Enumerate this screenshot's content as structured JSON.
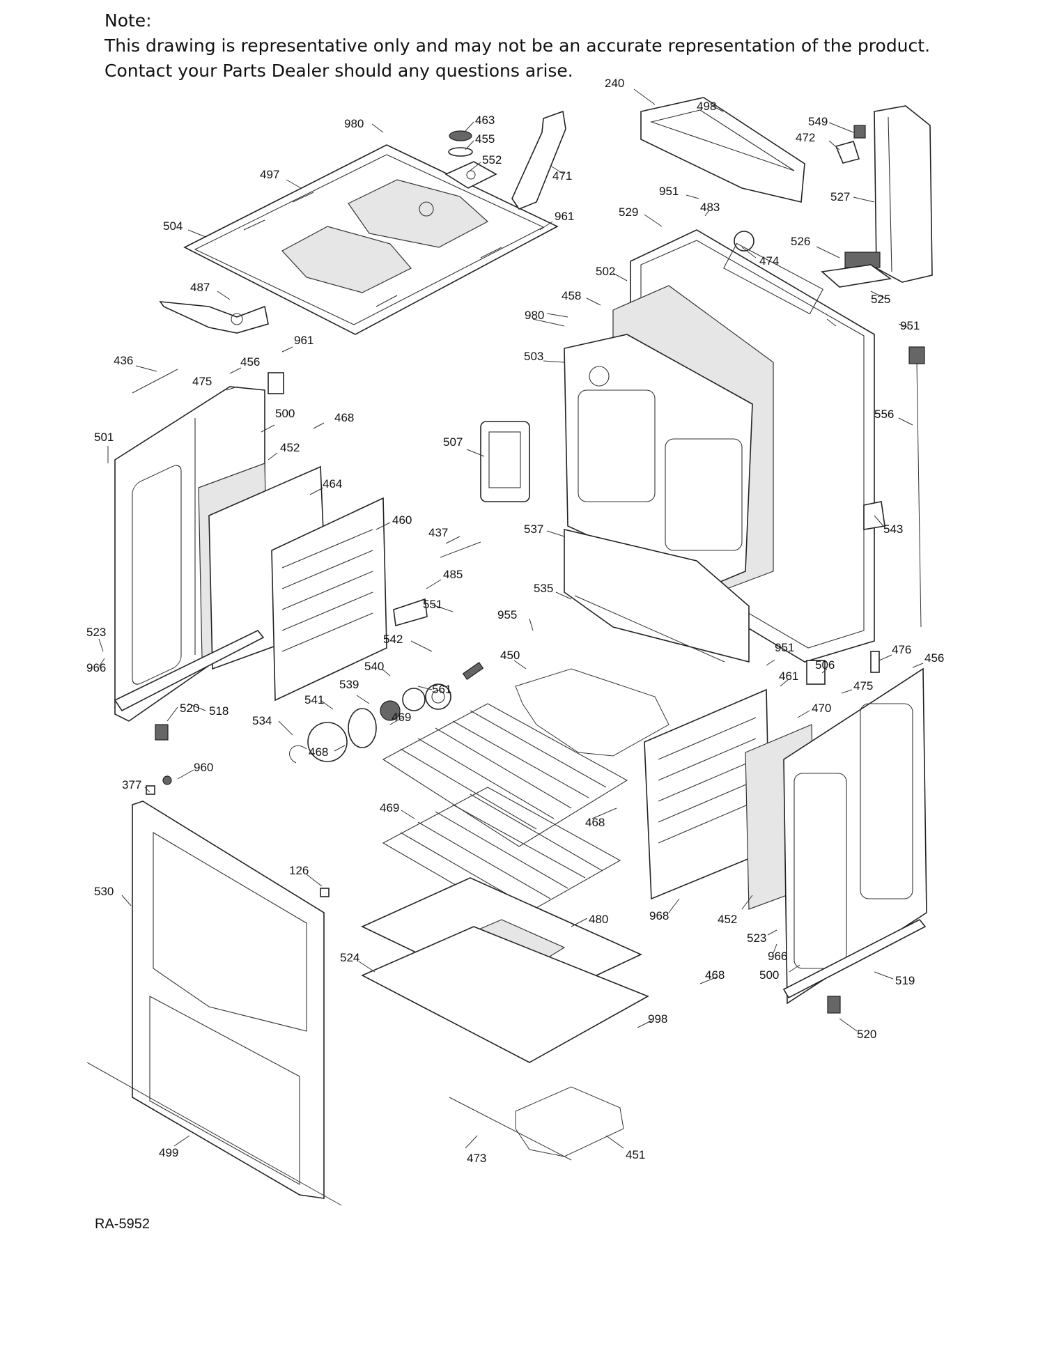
{
  "note": {
    "heading": "Note:",
    "line1": "This drawing is representative only and may not be an accurate representation of the product.",
    "line2": "Contact your Parts Dealer should any questions arise."
  },
  "reference_code": "RA-5952",
  "callouts": {
    "c240": "240",
    "c498": "498",
    "c549": "549",
    "c472": "472",
    "c527": "527",
    "c980a": "980",
    "c463": "463",
    "c455": "455",
    "c552": "552",
    "c471": "471",
    "c497": "497",
    "c951a": "951",
    "c483": "483",
    "c529": "529",
    "c961a": "961",
    "c504": "504",
    "c526": "526",
    "c474": "474",
    "c502": "502",
    "c525": "525",
    "c487": "487",
    "c458": "458",
    "c980b": "980",
    "c951b": "951",
    "c961b": "961",
    "c503": "503",
    "c436": "436",
    "c456a": "456",
    "c475a": "475",
    "c500a": "500",
    "c468a": "468",
    "c556": "556",
    "c501": "501",
    "c452a": "452",
    "c507": "507",
    "c464": "464",
    "c460": "460",
    "c437": "437",
    "c537": "537",
    "c543": "543",
    "c485": "485",
    "c535": "535",
    "c955": "955",
    "c551": "551",
    "c542": "542",
    "c523a": "523",
    "c966a": "966",
    "c450": "450",
    "c540": "540",
    "c561": "561",
    "c951c": "951",
    "c476": "476",
    "c456b": "456",
    "c539": "539",
    "c506": "506",
    "c461": "461",
    "c475b": "475",
    "c518": "518",
    "c541": "541",
    "c470": "470",
    "c520a": "520",
    "c534": "534",
    "c469a": "469",
    "c468b": "468",
    "c960": "960",
    "c377": "377",
    "c469b": "469",
    "c468c": "468",
    "c126": "126",
    "c530": "530",
    "c480": "480",
    "c968": "968",
    "c452b": "452",
    "c523b": "523",
    "c966b": "966",
    "c524": "524",
    "c500b": "500",
    "c519": "519",
    "c468d": "468",
    "c998": "998",
    "c520b": "520",
    "c499": "499",
    "c473": "473",
    "c451": "451"
  }
}
